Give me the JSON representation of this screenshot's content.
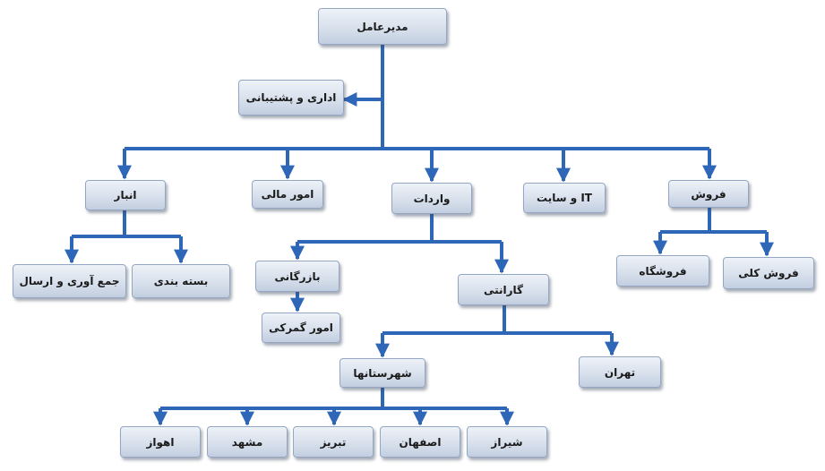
{
  "colors": {
    "connector": "#2e66b8",
    "box_border": "#93a7c4"
  },
  "nodes": {
    "ceo": "مدیرعامل",
    "admin": "اداری و پشتیبانی",
    "warehouse": "انبار",
    "finance": "امور مالی",
    "imports": "واردات",
    "it": "IT و سایت",
    "sales": "فروش",
    "collect": "جمع آوری و ارسال",
    "packing": "بسته بندی",
    "commerce": "بازرگانی",
    "warranty": "گارانتی",
    "store": "فروشگاه",
    "wholesale": "فروش کلی",
    "customs": "امور گمرکی",
    "cities": "شهرستانها",
    "tehran": "تهران",
    "ahvaz": "اهواز",
    "mashhad": "مشهد",
    "tabriz": "تبریز",
    "isfahan": "اصفهان",
    "shiraz": "شیراز"
  }
}
